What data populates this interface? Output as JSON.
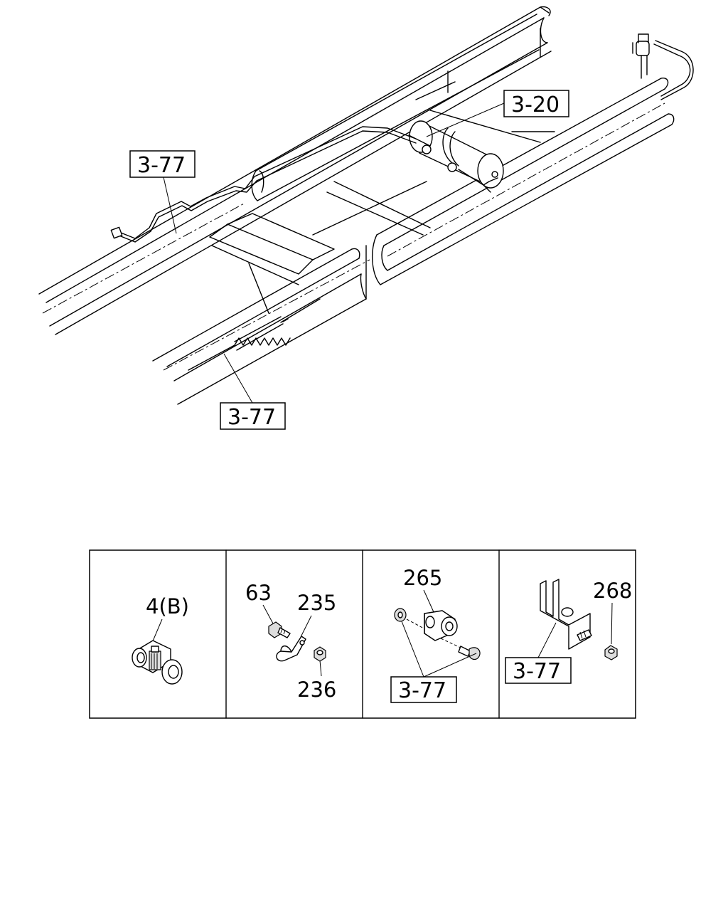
{
  "callouts": {
    "top_ref_320": "3-20",
    "top_ref_377_upper": "3-77",
    "top_ref_377_lower": "3-77"
  },
  "panels": [
    {
      "labels": [
        "4(B)"
      ]
    },
    {
      "labels": [
        "63",
        "235",
        "236"
      ]
    },
    {
      "labels": [
        "265",
        "3-77"
      ]
    },
    {
      "labels": [
        "268",
        "3-77"
      ]
    }
  ]
}
